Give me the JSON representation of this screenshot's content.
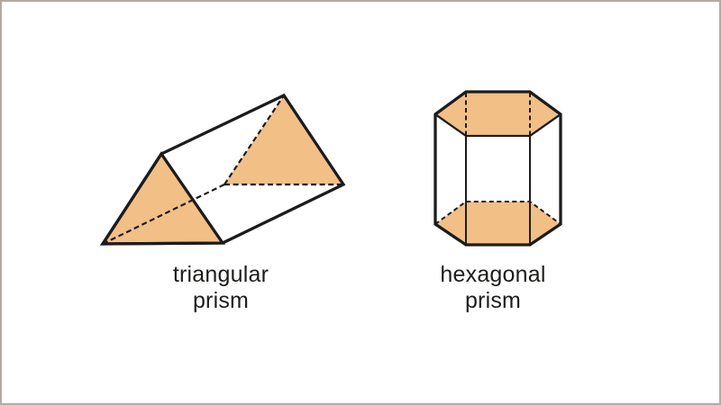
{
  "colors": {
    "background": "#ffffff",
    "frame_border": "#b3aaa2",
    "line": "#1c1c1c",
    "face_fill": "#f2bf87",
    "text": "#1d1d1b"
  },
  "figures": [
    {
      "label_line1": "triangular",
      "label_line2": "prism"
    },
    {
      "label_line1": "hexagonal",
      "label_line2": "prism"
    }
  ]
}
